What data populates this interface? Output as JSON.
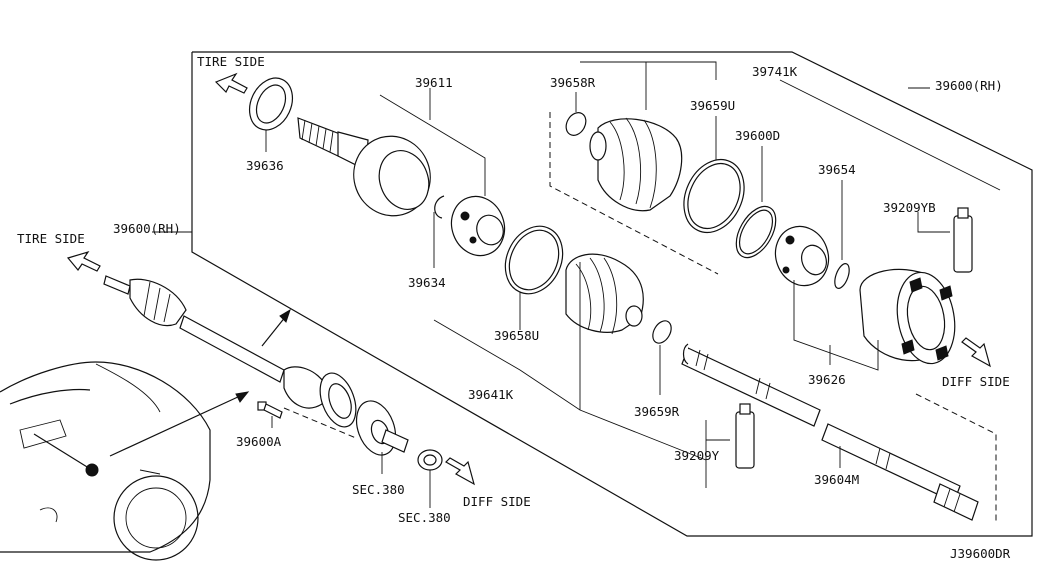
{
  "diagram_id": "J39600DR",
  "labels": {
    "tire_side_top": "TIRE SIDE",
    "tire_side_left": "TIRE SIDE",
    "diff_side_right": "DIFF SIDE",
    "diff_side_bottom": "DIFF SIDE",
    "p39600_rh_box": "39600(RH)",
    "p39600_rh_shaft": "39600(RH)",
    "p39611": "39611",
    "p39636": "39636",
    "p39634": "39634",
    "p39658r": "39658R",
    "p39658u": "39658U",
    "p39659u": "39659U",
    "p39659r": "39659R",
    "p39741k": "39741K",
    "p39641k": "39641K",
    "p39600d": "39600D",
    "p39654": "39654",
    "p39209yb": "39209YB",
    "p39209y": "39209Y",
    "p39626": "39626",
    "p39604m": "39604M",
    "p39600a": "39600A",
    "sec380_a": "SEC.380",
    "sec380_b": "SEC.380"
  }
}
